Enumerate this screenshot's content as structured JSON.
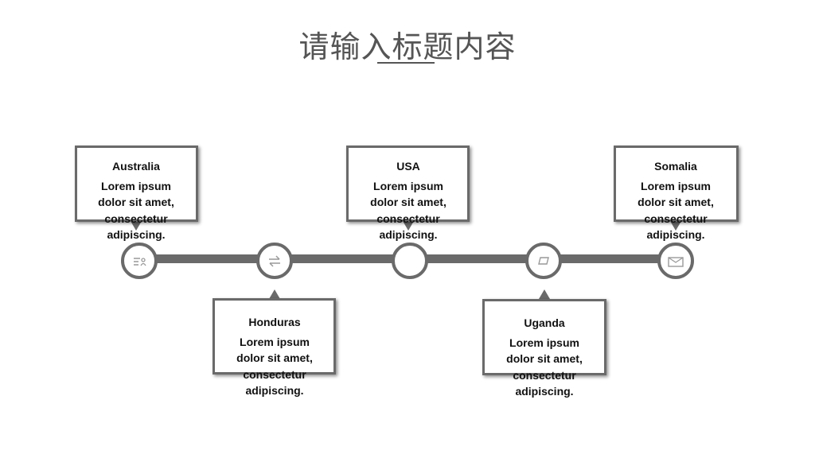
{
  "title": "请输入标题内容",
  "colors": {
    "line": "#6a6a6a",
    "title": "#555555",
    "text": "#111111"
  },
  "items": [
    {
      "country": "Australia",
      "text": "Lorem ipsum dolor sit amet, consectetur adipiscing.",
      "icon": "contact-card-icon"
    },
    {
      "country": "Honduras",
      "text": "Lorem ipsum dolor sit amet, consectetur adipiscing.",
      "icon": "transfer-arrows-icon"
    },
    {
      "country": "USA",
      "text": "Lorem ipsum dolor sit amet, consectetur adipiscing.",
      "icon": "blank-icon"
    },
    {
      "country": "Uganda",
      "text": "Lorem ipsum dolor sit amet, consectetur adipiscing.",
      "icon": "tag-icon"
    },
    {
      "country": "Somalia",
      "text": "Lorem ipsum dolor sit amet, consectetur adipiscing.",
      "icon": "envelope-icon"
    }
  ]
}
